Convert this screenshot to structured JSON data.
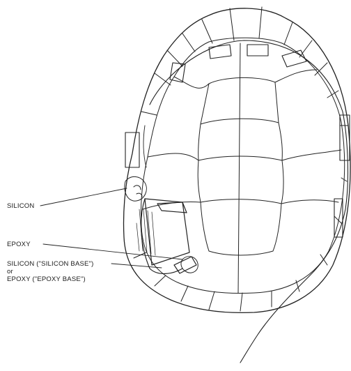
{
  "figure": {
    "labels": {
      "silicon": "SILICON",
      "epoxy": "EPOXY",
      "base_line1": "SILICON (\"SILICON BASE\")",
      "base_line2": "or",
      "base_line3": "EPOXY (\"EPOXY BASE\")"
    }
  }
}
